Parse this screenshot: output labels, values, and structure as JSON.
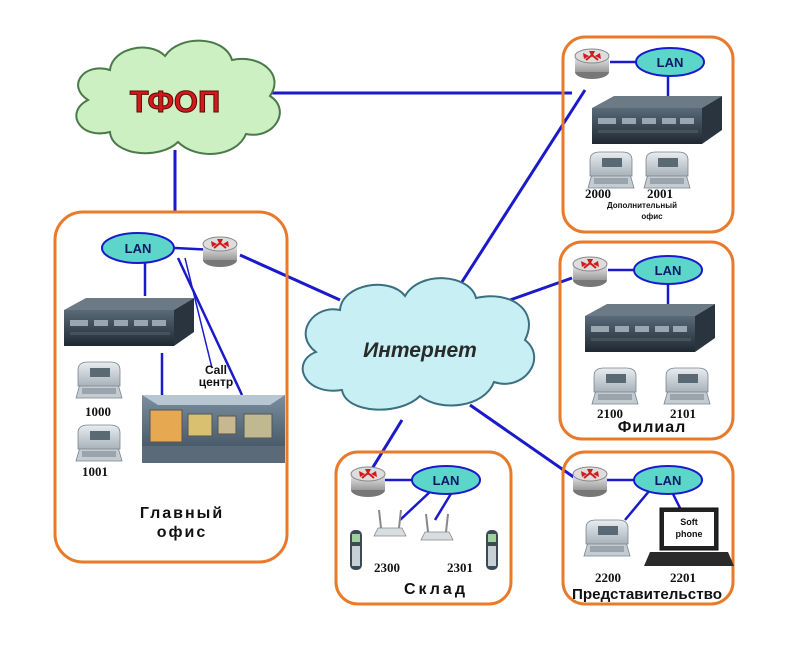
{
  "clouds": {
    "pstn": "ТФОП",
    "internet": "Интернет"
  },
  "lan_label": "LAN",
  "main_office": {
    "title_line1": "Главный",
    "title_line2": "офис",
    "callcenter_line1": "Call",
    "callcenter_line2": "центр",
    "phone1": "1000",
    "phone2": "1001"
  },
  "additional_office": {
    "title_line1": "Дополнительный",
    "title_line2": "офис",
    "phone1": "2000",
    "phone2": "2001"
  },
  "branch": {
    "title": "Филиал",
    "phone1": "2100",
    "phone2": "2101"
  },
  "warehouse": {
    "title": "Склад",
    "phone1": "2300",
    "phone2": "2301"
  },
  "representative": {
    "title": "Представительство",
    "phone1": "2200",
    "phone2": "2201",
    "softphone_line1": "Soft",
    "softphone_line2": "phone"
  },
  "colors": {
    "link": "#1a1acc",
    "frame": "#e87a2a",
    "cloud": "#cdf0c2",
    "lan": "#5cd6c8"
  }
}
